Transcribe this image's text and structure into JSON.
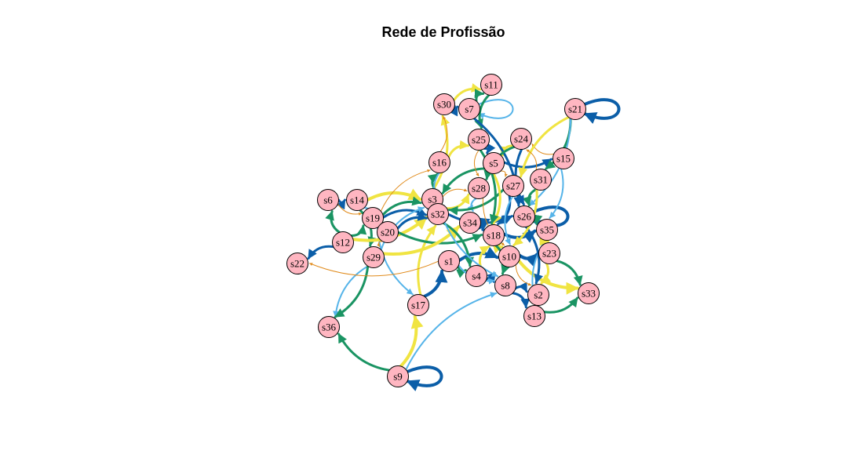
{
  "title": "Rede de Profissão",
  "colors": {
    "node_fill": "#ffb6c1",
    "node_stroke": "#000000",
    "edge_palette": [
      "#0b5ea8",
      "#1a9463",
      "#f0e442",
      "#56b4e9",
      "#e08a1a"
    ]
  },
  "nodes": [
    "s1",
    "s2",
    "s3",
    "s4",
    "s5",
    "s6",
    "s7",
    "s8",
    "s9",
    "s10",
    "s11",
    "s12",
    "s13",
    "s14",
    "s15",
    "s16",
    "s17",
    "s18",
    "s19",
    "s20",
    "s21",
    "s22",
    "s23",
    "s24",
    "s25",
    "s26",
    "s27",
    "s28",
    "s29",
    "s30",
    "s31",
    "s32",
    "s33",
    "s34",
    "s35",
    "s36"
  ],
  "edges": [
    {
      "from": "s21",
      "to": "s21",
      "color": "#0b5ea8",
      "weight": 4
    },
    {
      "from": "s26",
      "to": "s26",
      "color": "#0b5ea8",
      "weight": 4
    },
    {
      "from": "s9",
      "to": "s9",
      "color": "#0b5ea8",
      "weight": 4
    },
    {
      "from": "s7",
      "to": "s7",
      "color": "#56b4e9",
      "weight": 2
    },
    {
      "from": "s9",
      "to": "s36",
      "color": "#1a9463",
      "weight": 3
    },
    {
      "from": "s9",
      "to": "s17",
      "color": "#f0e442",
      "weight": 4
    },
    {
      "from": "s9",
      "to": "s8",
      "color": "#56b4e9",
      "weight": 2
    },
    {
      "from": "s17",
      "to": "s1",
      "color": "#0b5ea8",
      "weight": 4
    },
    {
      "from": "s17",
      "to": "s32",
      "color": "#f0e442",
      "weight": 3
    },
    {
      "from": "s29",
      "to": "s36",
      "color": "#56b4e9",
      "weight": 2
    },
    {
      "from": "s29",
      "to": "s36",
      "color": "#1a9463",
      "weight": 3
    },
    {
      "from": "s19",
      "to": "s17",
      "color": "#56b4e9",
      "weight": 2
    },
    {
      "from": "s1",
      "to": "s22",
      "color": "#e08a1a",
      "weight": 1
    },
    {
      "from": "s12",
      "to": "s22",
      "color": "#0b5ea8",
      "weight": 3
    },
    {
      "from": "s12",
      "to": "s6",
      "color": "#1a9463",
      "weight": 3
    },
    {
      "from": "s6",
      "to": "s14",
      "color": "#0b5ea8",
      "weight": 3
    },
    {
      "from": "s14",
      "to": "s3",
      "color": "#f0e442",
      "weight": 4
    },
    {
      "from": "s6",
      "to": "s19",
      "color": "#e08a1a",
      "weight": 1
    },
    {
      "from": "s14",
      "to": "s29",
      "color": "#1a9463",
      "weight": 3
    },
    {
      "from": "s12",
      "to": "s32",
      "color": "#f0e442",
      "weight": 4
    },
    {
      "from": "s19",
      "to": "s3",
      "color": "#1a9463",
      "weight": 3
    },
    {
      "from": "s20",
      "to": "s18",
      "color": "#1a9463",
      "weight": 3
    },
    {
      "from": "s20",
      "to": "s32",
      "color": "#0b5ea8",
      "weight": 3
    },
    {
      "from": "s29",
      "to": "s34",
      "color": "#f0e442",
      "weight": 4
    },
    {
      "from": "s19",
      "to": "s16",
      "color": "#e08a1a",
      "weight": 1
    },
    {
      "from": "s3",
      "to": "s30",
      "color": "#f0e442",
      "weight": 3
    },
    {
      "from": "s3",
      "to": "s16",
      "color": "#1a9463",
      "weight": 3
    },
    {
      "from": "s16",
      "to": "s30",
      "color": "#e08a1a",
      "weight": 1
    },
    {
      "from": "s30",
      "to": "s11",
      "color": "#f0e442",
      "weight": 3
    },
    {
      "from": "s30",
      "to": "s7",
      "color": "#0b5ea8",
      "weight": 3
    },
    {
      "from": "s7",
      "to": "s11",
      "color": "#1a9463",
      "weight": 3
    },
    {
      "from": "s11",
      "to": "s25",
      "color": "#1a9463",
      "weight": 3
    },
    {
      "from": "s25",
      "to": "s5",
      "color": "#0b5ea8",
      "weight": 3
    },
    {
      "from": "s24",
      "to": "s5",
      "color": "#f0e442",
      "weight": 3
    },
    {
      "from": "s15",
      "to": "s24",
      "color": "#e08a1a",
      "weight": 1
    },
    {
      "from": "s5",
      "to": "s15",
      "color": "#0b5ea8",
      "weight": 3
    },
    {
      "from": "s21",
      "to": "s31",
      "color": "#1a9463",
      "weight": 3
    },
    {
      "from": "s21",
      "to": "s27",
      "color": "#f0e442",
      "weight": 3
    },
    {
      "from": "s21",
      "to": "s26",
      "color": "#56b4e9",
      "weight": 2
    },
    {
      "from": "s31",
      "to": "s26",
      "color": "#1a9463",
      "weight": 3
    },
    {
      "from": "s27",
      "to": "s18",
      "color": "#0b5ea8",
      "weight": 3
    },
    {
      "from": "s28",
      "to": "s34",
      "color": "#56b4e9",
      "weight": 2
    },
    {
      "from": "s16",
      "to": "s25",
      "color": "#f0e442",
      "weight": 3
    },
    {
      "from": "s32",
      "to": "s26",
      "color": "#0b5ea8",
      "weight": 3
    },
    {
      "from": "s3",
      "to": "s28",
      "color": "#e08a1a",
      "weight": 1
    },
    {
      "from": "s32",
      "to": "s28",
      "color": "#f0e442",
      "weight": 3
    },
    {
      "from": "s34",
      "to": "s18",
      "color": "#0b5ea8",
      "weight": 4
    },
    {
      "from": "s18",
      "to": "s35",
      "color": "#0b5ea8",
      "weight": 4
    },
    {
      "from": "s26",
      "to": "s35",
      "color": "#1a9463",
      "weight": 3
    },
    {
      "from": "s18",
      "to": "s10",
      "color": "#f0e442",
      "weight": 3
    },
    {
      "from": "s1",
      "to": "s10",
      "color": "#0b5ea8",
      "weight": 4
    },
    {
      "from": "s1",
      "to": "s4",
      "color": "#1a9463",
      "weight": 3
    },
    {
      "from": "s4",
      "to": "s18",
      "color": "#f0e442",
      "weight": 3
    },
    {
      "from": "s10",
      "to": "s23",
      "color": "#0b5ea8",
      "weight": 4
    },
    {
      "from": "s23",
      "to": "s33",
      "color": "#1a9463",
      "weight": 3
    },
    {
      "from": "s10",
      "to": "s33",
      "color": "#f0e442",
      "weight": 4
    },
    {
      "from": "s8",
      "to": "s2",
      "color": "#0b5ea8",
      "weight": 3
    },
    {
      "from": "s13",
      "to": "s33",
      "color": "#1a9463",
      "weight": 3
    },
    {
      "from": "s8",
      "to": "s13",
      "color": "#0b5ea8",
      "weight": 3
    },
    {
      "from": "s10",
      "to": "s2",
      "color": "#e08a1a",
      "weight": 1
    },
    {
      "from": "s23",
      "to": "s2",
      "color": "#f0e442",
      "weight": 3
    },
    {
      "from": "s35",
      "to": "s13",
      "color": "#56b4e9",
      "weight": 2
    },
    {
      "from": "s4",
      "to": "s8",
      "color": "#0b5ea8",
      "weight": 3
    },
    {
      "from": "s1",
      "to": "s8",
      "color": "#56b4e9",
      "weight": 2
    },
    {
      "from": "s15",
      "to": "s35",
      "color": "#56b4e9",
      "weight": 2
    },
    {
      "from": "s31",
      "to": "s24",
      "color": "#e08a1a",
      "weight": 1
    },
    {
      "from": "s27",
      "to": "s32",
      "color": "#1a9463",
      "weight": 3
    },
    {
      "from": "s5",
      "to": "s3",
      "color": "#1a9463",
      "weight": 3
    },
    {
      "from": "s7",
      "to": "s26",
      "color": "#0b5ea8",
      "weight": 3
    },
    {
      "from": "s16",
      "to": "s32",
      "color": "#56b4e9",
      "weight": 2
    },
    {
      "from": "s19",
      "to": "s32",
      "color": "#0b5ea8",
      "weight": 3
    },
    {
      "from": "s3",
      "to": "s32",
      "color": "#0b5ea8",
      "weight": 3
    },
    {
      "from": "s32",
      "to": "s4",
      "color": "#1a9463",
      "weight": 3
    },
    {
      "from": "s3",
      "to": "s8",
      "color": "#56b4e9",
      "weight": 2
    },
    {
      "from": "s5",
      "to": "s18",
      "color": "#f0e442",
      "weight": 3
    },
    {
      "from": "s28",
      "to": "s10",
      "color": "#e08a1a",
      "weight": 1
    },
    {
      "from": "s25",
      "to": "s18",
      "color": "#1a9463",
      "weight": 3
    },
    {
      "from": "s24",
      "to": "s26",
      "color": "#0b5ea8",
      "weight": 3
    },
    {
      "from": "s14",
      "to": "s20",
      "color": "#56b4e9",
      "weight": 2
    },
    {
      "from": "s12",
      "to": "s19",
      "color": "#1a9463",
      "weight": 3
    },
    {
      "from": "s29",
      "to": "s3",
      "color": "#56b4e9",
      "weight": 2
    },
    {
      "from": "s20",
      "to": "s29",
      "color": "#e08a1a",
      "weight": 1
    },
    {
      "from": "s26",
      "to": "s2",
      "color": "#0b5ea8",
      "weight": 3
    },
    {
      "from": "s35",
      "to": "s23",
      "color": "#f0e442",
      "weight": 3
    },
    {
      "from": "s18",
      "to": "s8",
      "color": "#1a9463",
      "weight": 3
    },
    {
      "from": "s27",
      "to": "s10",
      "color": "#56b4e9",
      "weight": 2
    },
    {
      "from": "s31",
      "to": "s10",
      "color": "#f0e442",
      "weight": 3
    },
    {
      "from": "s24",
      "to": "s28",
      "color": "#1a9463",
      "weight": 3
    },
    {
      "from": "s5",
      "to": "s27",
      "color": "#e08a1a",
      "weight": 1
    },
    {
      "from": "s25",
      "to": "s28",
      "color": "#e08a1a",
      "weight": 1
    }
  ]
}
